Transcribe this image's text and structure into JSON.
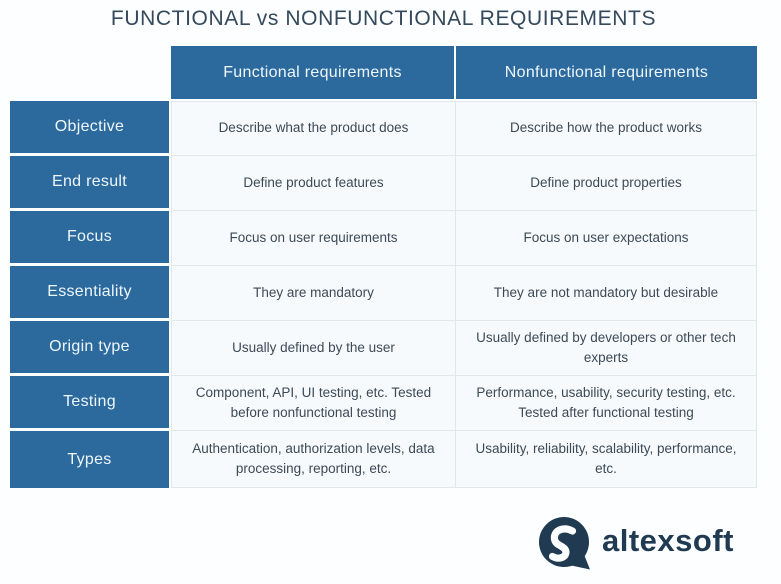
{
  "title": "FUNCTIONAL vs NONFUNCTIONAL REQUIREMENTS",
  "table": {
    "column_headers": [
      "Functional requirements",
      "Nonfunctional requirements"
    ],
    "rows": [
      {
        "header": "Objective",
        "functional": "Describe what the product does",
        "nonfunctional": "Describe how the product works"
      },
      {
        "header": "End result",
        "functional": "Define product features",
        "nonfunctional": "Define product properties"
      },
      {
        "header": "Focus",
        "functional": "Focus on user requirements",
        "nonfunctional": "Focus on user expectations"
      },
      {
        "header": "Essentiality",
        "functional": "They are mandatory",
        "nonfunctional": "They are not mandatory but desirable"
      },
      {
        "header": "Origin type",
        "functional": "Usually defined by the user",
        "nonfunctional": "Usually defined by developers or other tech experts"
      },
      {
        "header": "Testing",
        "functional": "Component, API, UI testing, etc. Tested before nonfunctional testing",
        "nonfunctional": "Performance, usability, security testing, etc. Tested after functional testing"
      },
      {
        "header": "Types",
        "functional": "Authentication, authorization levels, data processing, reporting, etc.",
        "nonfunctional": "Usability, reliability, scalability, performance, etc."
      }
    ]
  },
  "branding": {
    "logo_text": "altexsoft",
    "logo_icon": "speech-bubble-s-icon"
  },
  "colors": {
    "accent_blue": "#2c6a9e",
    "navy": "#203a52",
    "title_text": "#34495c",
    "body_text": "#3c4a56",
    "cell_background": "#f7fafc",
    "cell_border": "#e1e8ec",
    "page_background": "#fcfeff"
  }
}
